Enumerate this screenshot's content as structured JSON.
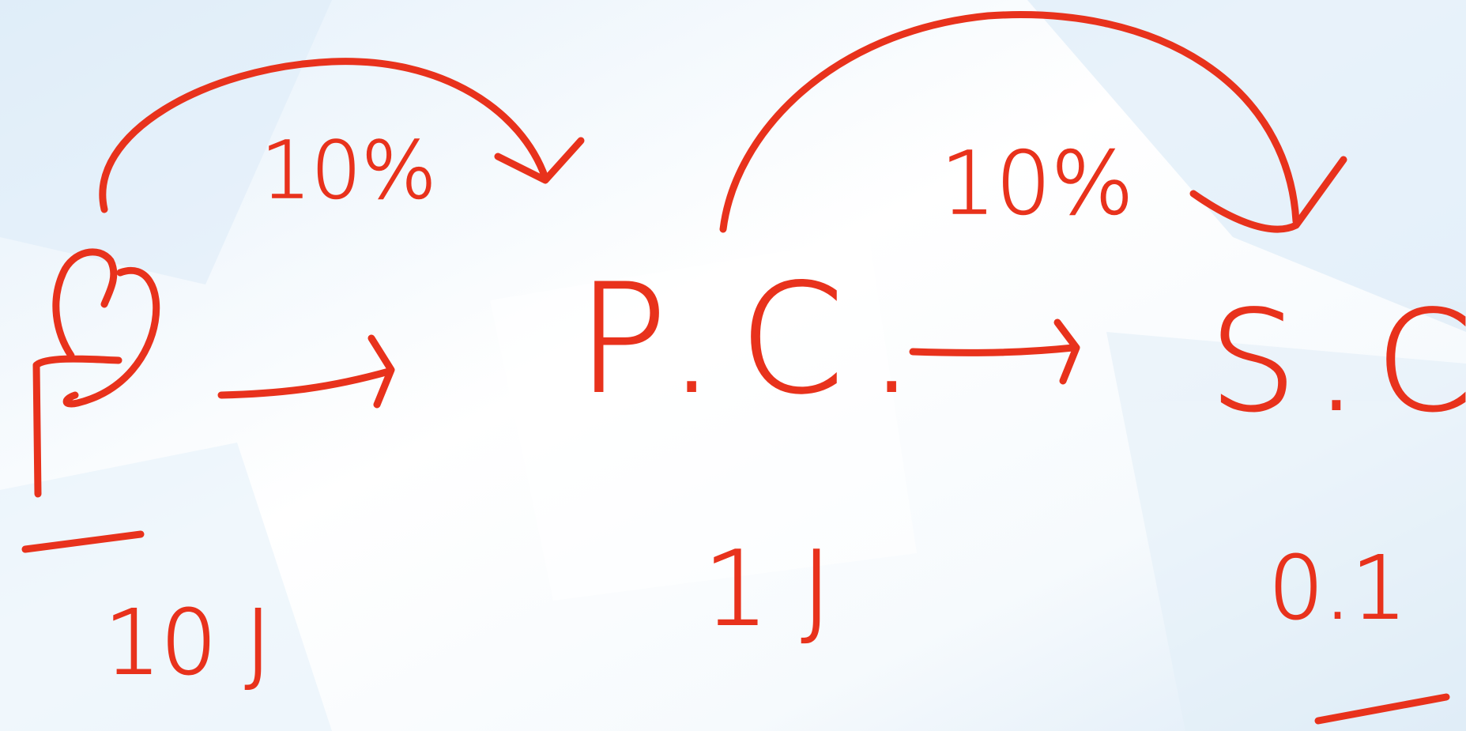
{
  "colors": {
    "ink": "#E8321C",
    "background_light": "#F3F9FD",
    "background_mid": "#DCEBF7",
    "background_white": "#FFFFFF"
  },
  "nodes": [
    {
      "id": "producer",
      "label": "P",
      "energy": "10 J"
    },
    {
      "id": "primary-consumer",
      "label": "P.C.",
      "energy": "1 J"
    },
    {
      "id": "secondary-consumer",
      "label": "S.C.",
      "energy": "0.1"
    }
  ],
  "transfers": [
    {
      "from": "producer",
      "to": "primary-consumer",
      "label": "10%"
    },
    {
      "from": "primary-consumer",
      "to": "secondary-consumer",
      "label": "10%"
    }
  ]
}
